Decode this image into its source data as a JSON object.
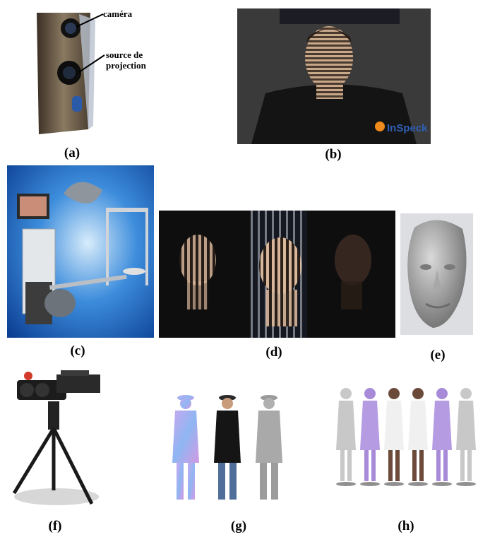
{
  "figure": {
    "panels": [
      {
        "id": "a",
        "caption": "(a)",
        "annotations": {
          "camera": "caméra",
          "projector_line1": "source de",
          "projector_line2": "projection"
        }
      },
      {
        "id": "b",
        "caption": "(b)",
        "logo_text": "InSpeck"
      },
      {
        "id": "c",
        "caption": "(c)"
      },
      {
        "id": "d",
        "caption": "(d)"
      },
      {
        "id": "e",
        "caption": "(e)"
      },
      {
        "id": "f",
        "caption": "(f)"
      },
      {
        "id": "g",
        "caption": "(g)"
      },
      {
        "id": "h",
        "caption": "(h)"
      }
    ]
  },
  "colors": {
    "scanner_body": "#7a6a55",
    "studio_blue": "#1e6fc2",
    "dark_bg": "#1a1a1a",
    "mesh_gray": "#9a9a9a",
    "normal_map_purple": "#a38ad8",
    "logo_orange": "#f08a1c"
  }
}
